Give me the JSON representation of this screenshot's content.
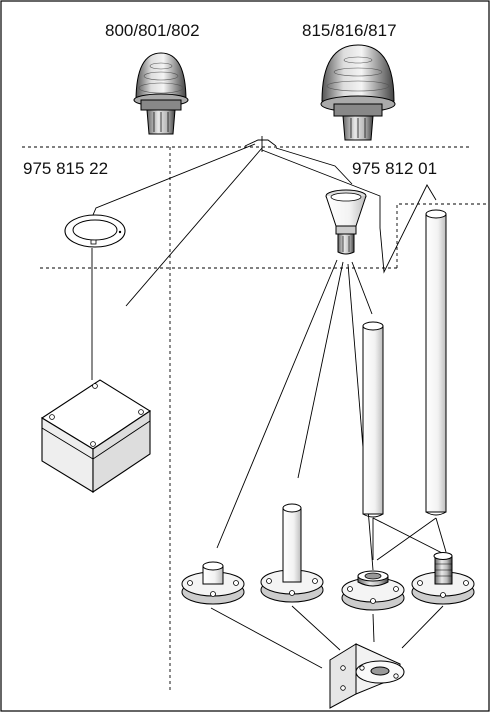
{
  "labels": {
    "beacon_left": "800/801/802",
    "beacon_right": "815/816/817",
    "ring_code": "975 815 22",
    "adapter_code": "975 812 01"
  }
}
